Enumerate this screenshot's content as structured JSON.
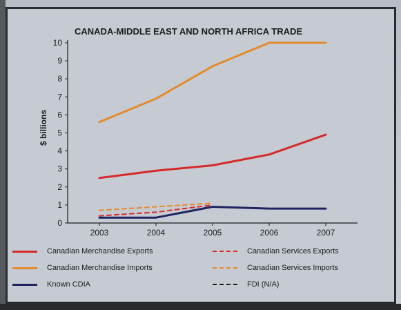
{
  "chart_data": {
    "type": "line",
    "title": "CANADA-MIDDLE EAST AND NORTH AFRICA TRADE",
    "ylabel": "$ billions",
    "xlabel": "",
    "x": [
      "2003",
      "2004",
      "2005",
      "2006",
      "2007"
    ],
    "ylim": [
      0,
      10
    ],
    "yticks": [
      0,
      1,
      2,
      3,
      4,
      5,
      6,
      7,
      8,
      9,
      10
    ],
    "grid": false,
    "legend_position": "bottom",
    "series": [
      {
        "name": "Canadian Merchandise Exports",
        "values": [
          2.5,
          2.9,
          3.2,
          3.8,
          4.9
        ],
        "color": "#d42a2a",
        "style": "solid"
      },
      {
        "name": "Canadian Merchandise Imports",
        "values": [
          5.6,
          6.9,
          8.7,
          10.0,
          10.0
        ],
        "color": "#e58a2c",
        "style": "solid"
      },
      {
        "name": "Known CDIA",
        "values": [
          0.3,
          0.3,
          0.9,
          0.8,
          0.8
        ],
        "color": "#1f2460",
        "style": "solid"
      },
      {
        "name": "Canadian Services Exports",
        "values": [
          0.4,
          0.6,
          1.0,
          null,
          null
        ],
        "color": "#d42a2a",
        "style": "dashed"
      },
      {
        "name": "Canadian Services Imports",
        "values": [
          0.7,
          0.9,
          1.1,
          null,
          null
        ],
        "color": "#e58a2c",
        "style": "dashed"
      },
      {
        "name": "FDI (N/A)",
        "values": [
          null,
          null,
          null,
          null,
          null
        ],
        "color": "#1b1b1b",
        "style": "dashed"
      }
    ]
  }
}
